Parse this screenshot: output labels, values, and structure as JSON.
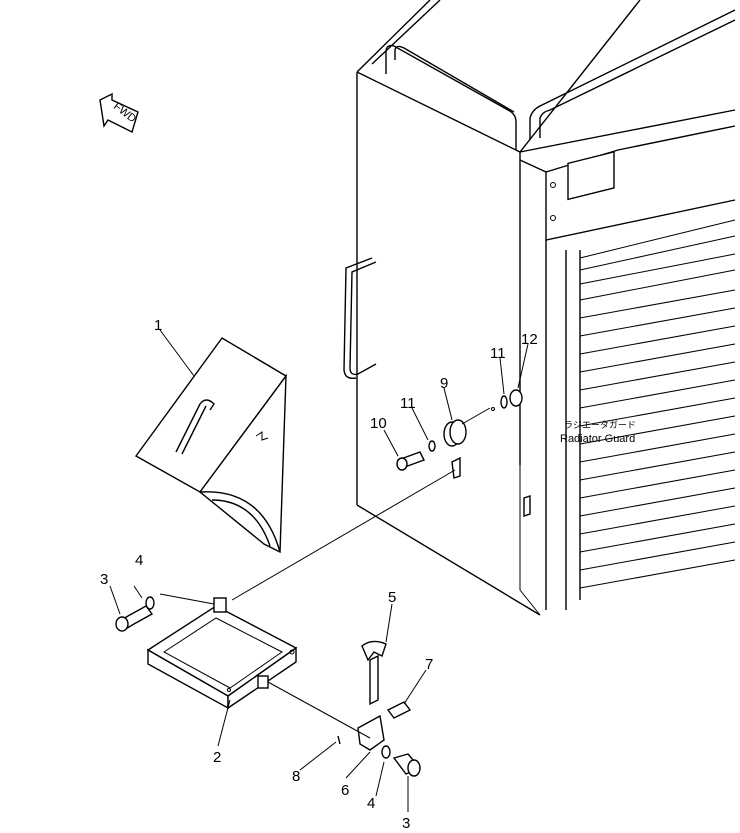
{
  "fwd_label": "FWD",
  "radiator_label_jp": "ラジエータガード",
  "radiator_label_en": "Radiator Guard",
  "callouts": {
    "c1": "1",
    "c2": "2",
    "c3a": "3",
    "c3b": "3",
    "c4a": "4",
    "c4b": "4",
    "c5": "5",
    "c6": "6",
    "c7": "7",
    "c8": "8",
    "c9": "9",
    "c10": "10",
    "c11a": "11",
    "c11b": "11",
    "c12": "12"
  }
}
